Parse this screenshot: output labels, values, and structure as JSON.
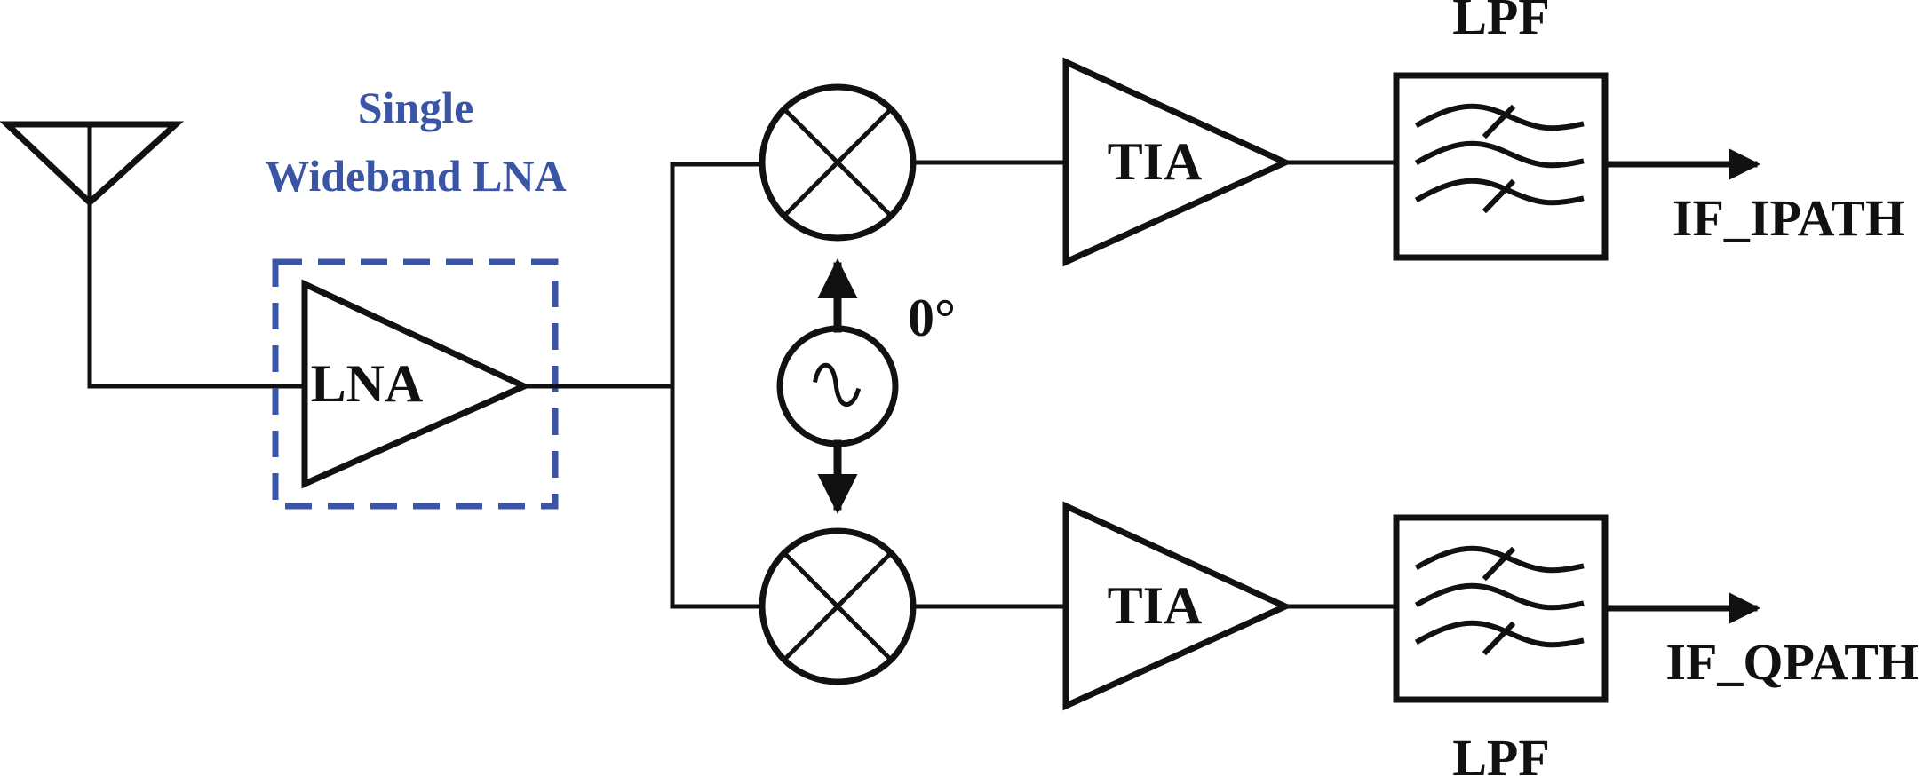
{
  "annotation": {
    "line1": "Single",
    "line2": "Wideband LNA",
    "color": "#3b55a6"
  },
  "lna": {
    "label": "LNA"
  },
  "phase": {
    "label": "0°"
  },
  "i_path": {
    "amp_label": "TIA",
    "filter_label": "LPF",
    "output_label": "IF_IPATH"
  },
  "q_path": {
    "amp_label": "TIA",
    "filter_label": "LPF",
    "output_label": "IF_QPATH"
  }
}
